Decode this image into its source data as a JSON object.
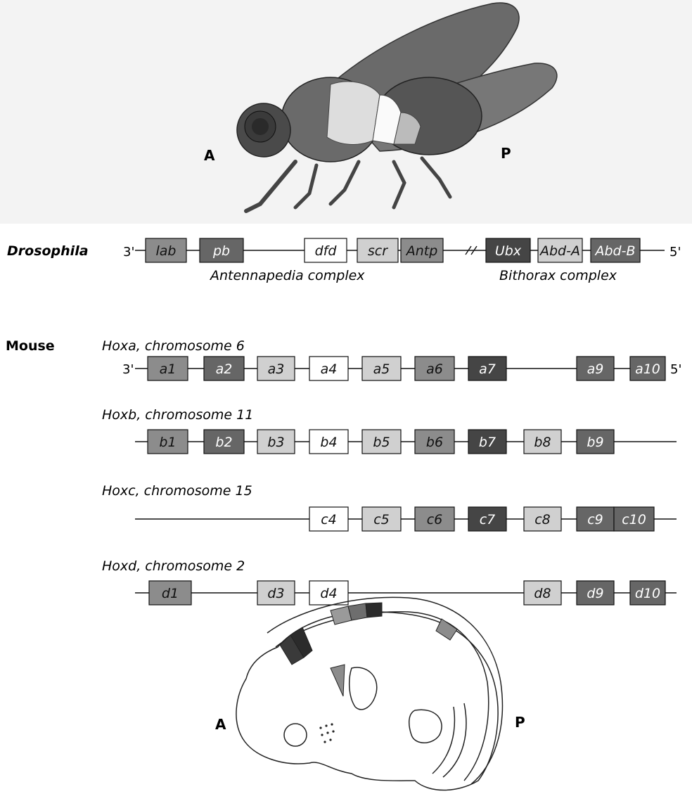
{
  "colors": {
    "white": "#ffffff",
    "light": "#d0d0d0",
    "medium": "#8c8c8c",
    "dark": "#666666",
    "darkest": "#454545"
  },
  "fly": {
    "anterior": "A",
    "posterior": "P"
  },
  "embryo": {
    "anterior": "A",
    "posterior": "P"
  },
  "drosophila": {
    "organism": "Drosophila",
    "end_left": "3'",
    "end_right": "5'",
    "genes": [
      {
        "name": "lab",
        "shade": "medium"
      },
      {
        "name": "pb",
        "shade": "dark"
      },
      {
        "name": "dfd",
        "shade": "white"
      },
      {
        "name": "scr",
        "shade": "light"
      },
      {
        "name": "Antp",
        "shade": "medium"
      },
      {
        "name": "Ubx",
        "shade": "darkest"
      },
      {
        "name": "Abd-A",
        "shade": "light"
      },
      {
        "name": "Abd-B",
        "shade": "dark"
      }
    ],
    "complexes": [
      "Antennapedia complex",
      "Bithorax complex"
    ]
  },
  "mouse": {
    "organism": "Mouse",
    "end_left": "3'",
    "end_right": "5'",
    "clusters": [
      {
        "label": "Hoxa, chromosome 6",
        "genes": [
          {
            "name": "a1",
            "shade": "medium"
          },
          {
            "name": "a2",
            "shade": "dark"
          },
          {
            "name": "a3",
            "shade": "light"
          },
          {
            "name": "a4",
            "shade": "white"
          },
          {
            "name": "a5",
            "shade": "light"
          },
          {
            "name": "a6",
            "shade": "medium"
          },
          {
            "name": "a7",
            "shade": "darkest"
          },
          {
            "name": "a9",
            "shade": "dark"
          },
          {
            "name": "a10",
            "shade": "dark"
          }
        ]
      },
      {
        "label": "Hoxb, chromosome 11",
        "genes": [
          {
            "name": "b1",
            "shade": "medium"
          },
          {
            "name": "b2",
            "shade": "dark"
          },
          {
            "name": "b3",
            "shade": "light"
          },
          {
            "name": "b4",
            "shade": "white"
          },
          {
            "name": "b5",
            "shade": "light"
          },
          {
            "name": "b6",
            "shade": "medium"
          },
          {
            "name": "b7",
            "shade": "darkest"
          },
          {
            "name": "b8",
            "shade": "light"
          },
          {
            "name": "b9",
            "shade": "dark"
          }
        ]
      },
      {
        "label": "Hoxc, chromosome 15",
        "genes": [
          {
            "name": "c4",
            "shade": "white"
          },
          {
            "name": "c5",
            "shade": "light"
          },
          {
            "name": "c6",
            "shade": "medium"
          },
          {
            "name": "c7",
            "shade": "darkest"
          },
          {
            "name": "c8",
            "shade": "light"
          },
          {
            "name": "c9",
            "shade": "dark"
          },
          {
            "name": "c10",
            "shade": "dark"
          }
        ]
      },
      {
        "label": "Hoxd, chromosome 2",
        "genes": [
          {
            "name": "d1",
            "shade": "medium"
          },
          {
            "name": "d3",
            "shade": "light"
          },
          {
            "name": "d4",
            "shade": "white"
          },
          {
            "name": "d8",
            "shade": "light"
          },
          {
            "name": "d9",
            "shade": "dark"
          },
          {
            "name": "d10",
            "shade": "dark"
          }
        ]
      }
    ]
  }
}
